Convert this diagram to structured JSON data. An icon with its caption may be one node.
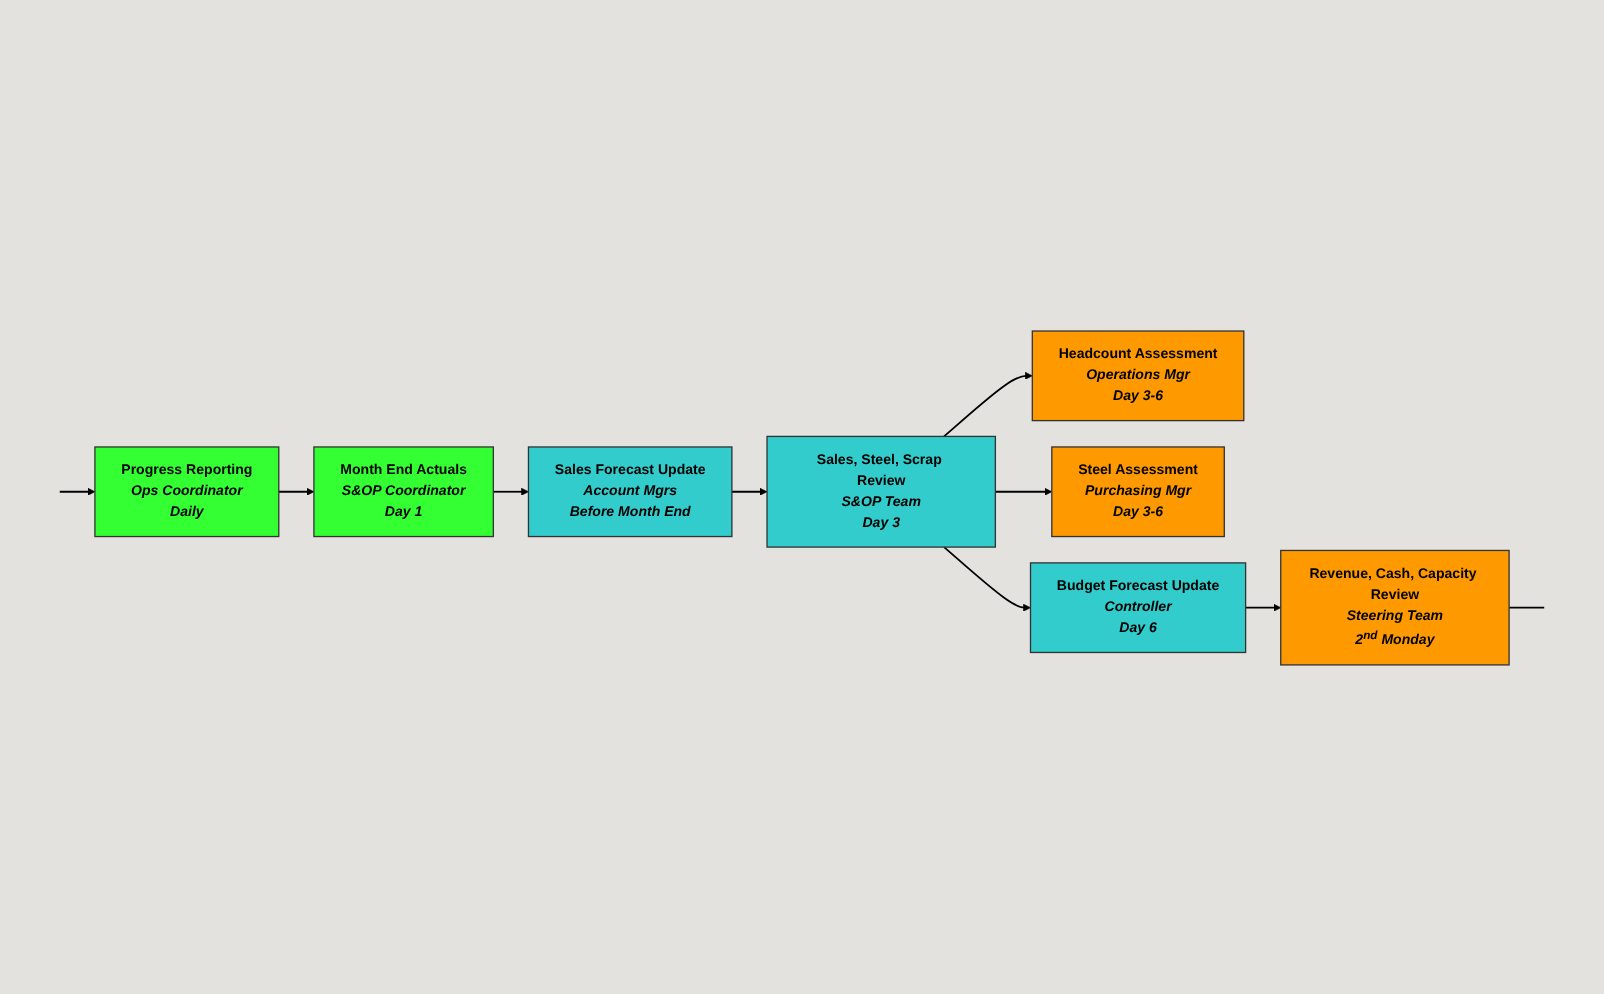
{
  "diagram": {
    "nodes": [
      {
        "text": [
          "Month End Actuals",
          "S&OP Coordinator",
          "Day 1"
        ]
      },
      {
        "text": [
          "Sales Forecast Update",
          "Account Mgrs",
          "Before Month End"
        ]
      },
      {
        "text": [
          "Headcount Assessment",
          "Operations Mgr",
          "Day 3-6"
        ]
      },
      {
        "text": [
          "Progress Reporting",
          "Ops Coordinator",
          "Daily"
        ]
      },
      {
        "text": [
          "Sales, Steel, Scrap Review",
          "S&OP Team",
          "Day 3"
        ]
      },
      {
        "text": [
          "Steel Assessment",
          "Purchasing Mgr",
          "Day 3-6"
        ]
      },
      {
        "text": [
          "Budget Forecast Update",
          "Controller",
          "Day 6"
        ]
      },
      {
        "text": [
          "Revenue, Cash, Capacity Review",
          "Steering Team",
          "2$^{nd}$ Monday"
        ]
      }
    ],
    "edges": [
      {
        "from": 0,
        "to": 1,
        "arrow": "to"
      },
      {
        "from": 3,
        "to": 0,
        "arrow": "to"
      },
      {
        "from": 1,
        "to": 4,
        "arrow": "to"
      },
      {
        "from": 4,
        "to": 2,
        "arrow": "to"
      },
      {
        "from": 4,
        "to": 5,
        "arrow": "to"
      },
      {
        "from": 4,
        "to": 6,
        "arrow": "to"
      },
      {
        "from": 6,
        "to": 7,
        "arrow": "to"
      },
      {
        "from": null,
        "to": 3,
        "arrow": "to"
      },
      {
        "from": 7,
        "to": null,
        "arrow": "none"
      }
    ]
  }
}
